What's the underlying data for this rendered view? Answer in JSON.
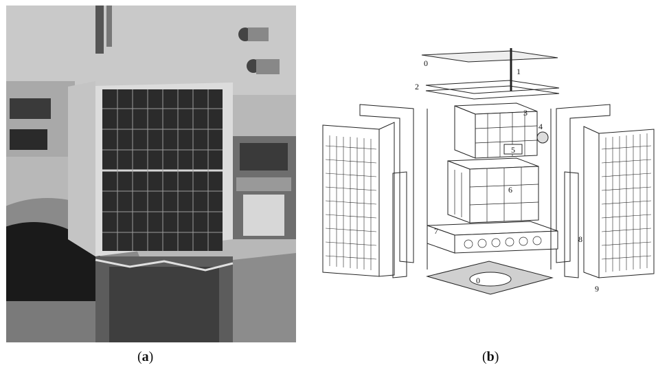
{
  "captions": {
    "a_open": "(",
    "a_letter": "a",
    "a_close": ")",
    "b_open": "(",
    "b_letter": "b",
    "b_close": ")"
  },
  "diagram_labels": {
    "l0_top": "0",
    "l1": "1",
    "l2": "2",
    "l3": "3",
    "l4": "4",
    "l5": "5",
    "l6": "6",
    "l7": "7",
    "l8": "8",
    "l9": "9",
    "l0_bottom": "0"
  },
  "colors": {
    "photo_bg": "#9a9a9a",
    "panel_dark": "#2b2b2b",
    "line": "#222222"
  }
}
